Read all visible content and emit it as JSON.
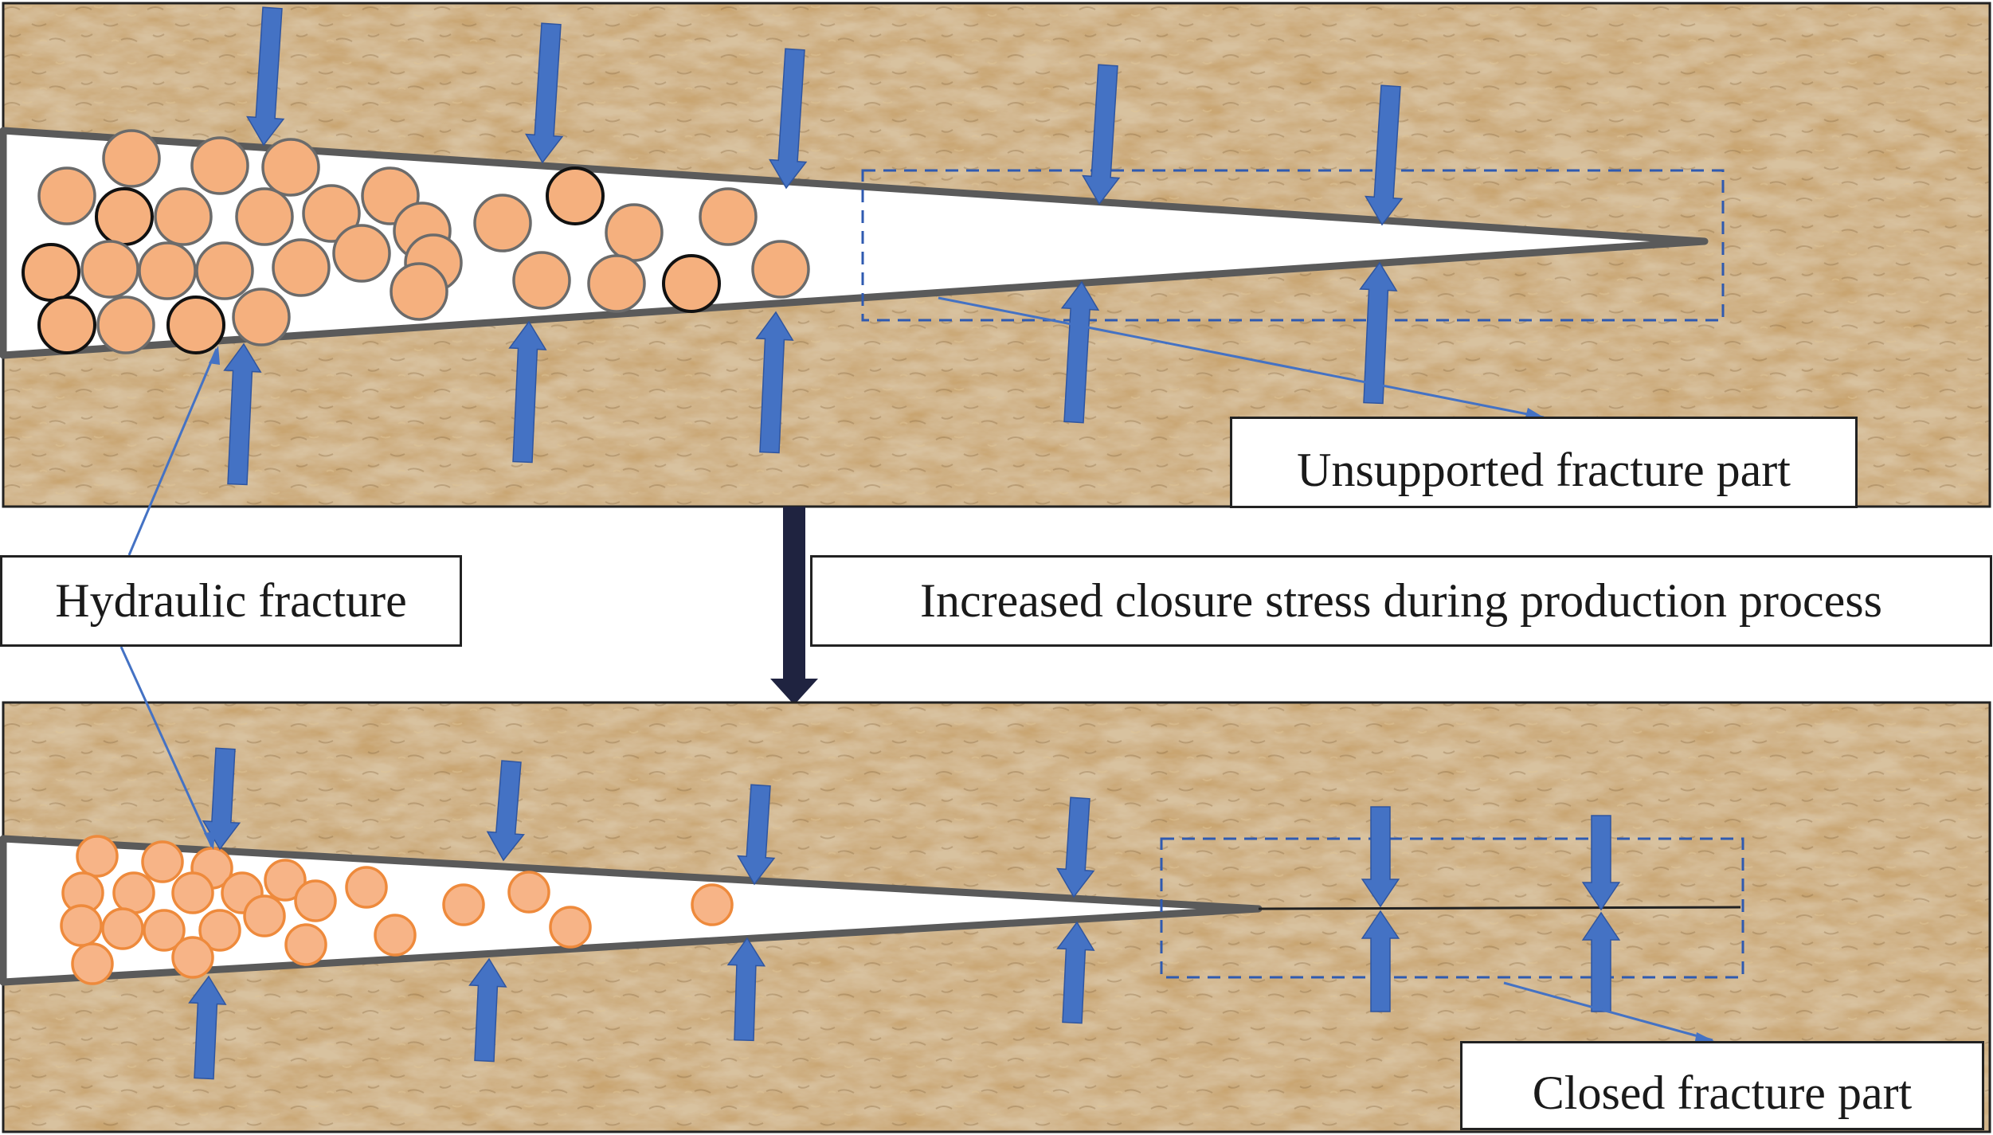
{
  "labels": {
    "unsupported": "Unsupported fracture part",
    "hydraulic": "Hydraulic fracture",
    "closure": "Increased closure stress during production process",
    "closed": "Closed fracture part"
  },
  "colors": {
    "rock": "#b08a5a",
    "rock_dark": "#7d5f38",
    "rock_light": "#cfae7e",
    "proppant_fill": "#f5b07e",
    "proppant_fill_small": "#f7b487",
    "proppant_edge": "#6b6b6b",
    "proppant_edge_crushed": "#111111",
    "proppant_edge_small": "#ee8a3c",
    "stress_arrow": "#4472c4",
    "dashed_box": "#2f5ab0",
    "fracture_wall": "#5a5a5a",
    "transition_arrow": "#1f2340"
  },
  "icons": {
    "proppant": "circle-particle",
    "stress": "block-arrow",
    "transition": "down-arrow"
  }
}
